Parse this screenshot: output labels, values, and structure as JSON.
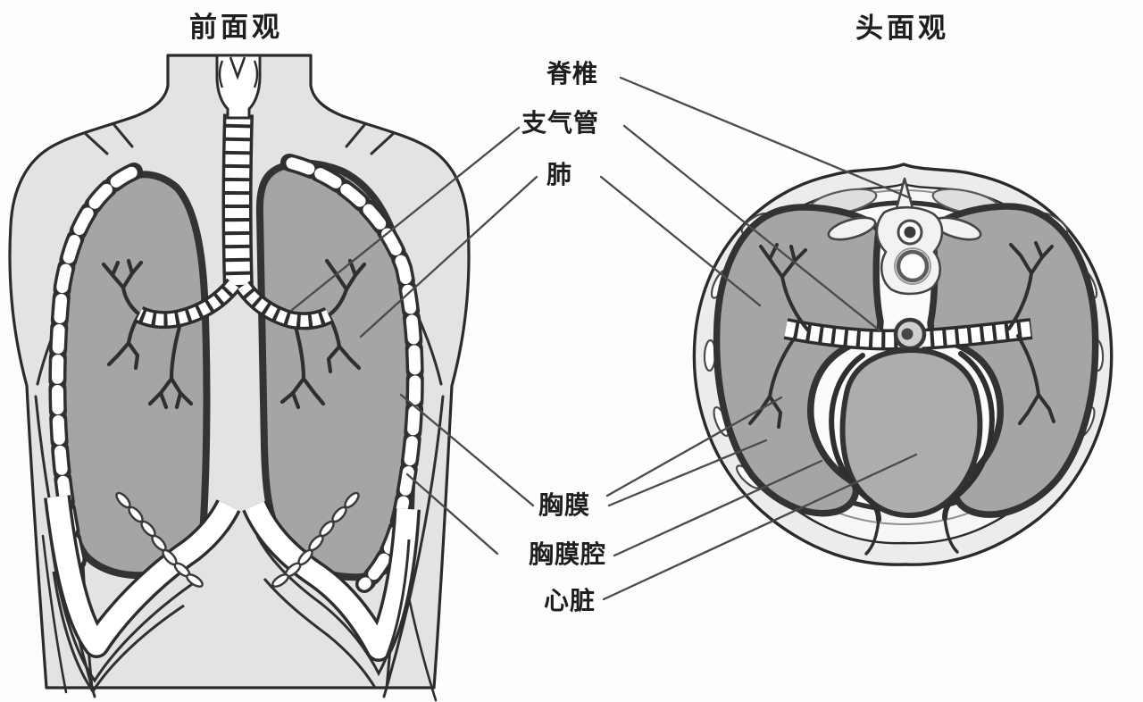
{
  "figure": {
    "left_panel_title": "前面观",
    "right_panel_title": "头面观",
    "labels": {
      "spine": "脊椎",
      "bronchi": "支气管",
      "lung": "肺",
      "pleura": "胸膜",
      "pleural_cavity": "胸膜腔",
      "heart": "心脏"
    },
    "palette": {
      "ink": "#2b2b2b",
      "leader_line": "#4a4a4a",
      "body_gray": "#e3e3e3",
      "lung_gray": "#a5a5a5",
      "heart_gray": "#adadad",
      "text": "#1e1e1e"
    }
  }
}
